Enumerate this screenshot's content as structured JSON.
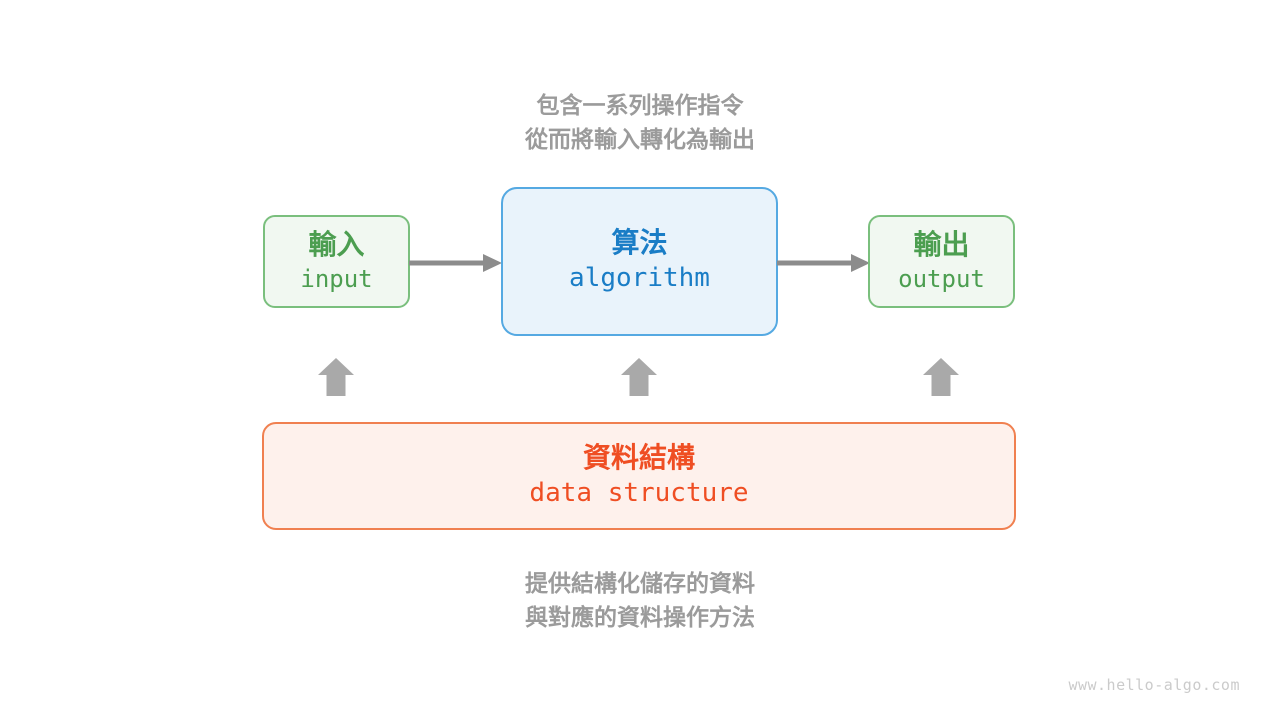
{
  "annotations": {
    "algorithm_note_line1": "包含一系列操作指令",
    "algorithm_note_line2": "從而將輸入轉化為輸出",
    "data_structure_note_line1": "提供結構化儲存的資料",
    "data_structure_note_line2": "與對應的資料操作方法"
  },
  "nodes": {
    "input": {
      "title": "輸入",
      "subtitle": "input",
      "text_color": "#4c9e50",
      "border_color": "#7abf7d",
      "background": "#f1f8f1"
    },
    "algorithm": {
      "title": "算法",
      "subtitle": "algorithm",
      "text_color": "#1a7dc6",
      "border_color": "#55a9e2",
      "background": "#e9f3fb"
    },
    "output": {
      "title": "輸出",
      "subtitle": "output",
      "text_color": "#4c9e50",
      "border_color": "#7abf7d",
      "background": "#f1f8f1"
    },
    "data_structure": {
      "title": "資料結構",
      "subtitle": "data structure",
      "text_color": "#ef4e23",
      "border_color": "#f08050",
      "background": "#fef1ec"
    }
  },
  "colors": {
    "annotation_text": "#9b9b9b",
    "flow_arrow": "#8c8c8c",
    "block_arrow": "#a9a9a9",
    "watermark_text": "#cbcbcb",
    "page_background": "#ffffff"
  },
  "watermark": "www.hello-algo.com"
}
